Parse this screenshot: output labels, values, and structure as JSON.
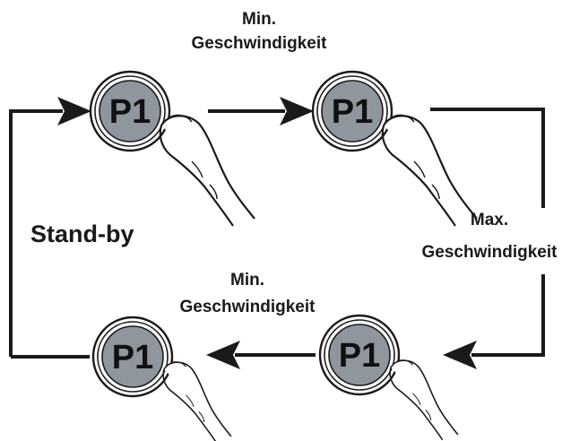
{
  "labels": {
    "top_line1": "Min.",
    "top_line2": "Geschwindigkeit",
    "right_line1": "Max.",
    "right_line2": "Geschwindigkeit",
    "bottom_line1": "Min.",
    "bottom_line2": "Geschwindigkeit",
    "left": "Stand-by"
  },
  "buttons": {
    "top_left": "P1",
    "top_right": "P1",
    "bottom_right": "P1",
    "bottom_left": "P1"
  },
  "colors": {
    "button_fill": "#8f969e",
    "line": "#1a1a1a"
  }
}
